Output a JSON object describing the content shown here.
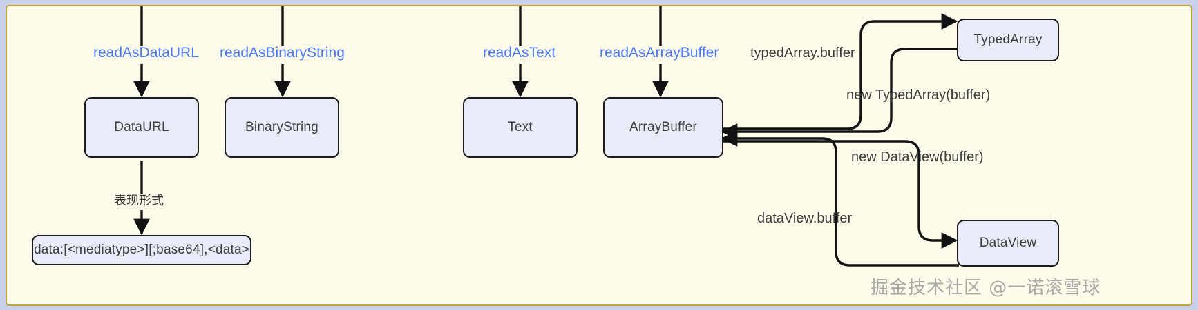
{
  "diagram": {
    "title": "FileReader result types and ArrayBuffer views",
    "canvas_background": "#fdfbe9",
    "frame_color": "#c2a33c",
    "outer_band_color": "#c8cfe9",
    "node_fill": "#e9ecf8",
    "node_stroke": "#1b1b1b",
    "method_label_color": "#4a77f2",
    "edge_color": "#121212"
  },
  "methods": [
    {
      "id": "read-as-data-url",
      "label": "readAsDataURL"
    },
    {
      "id": "read-as-binary-string",
      "label": "readAsBinaryString"
    },
    {
      "id": "read-as-text",
      "label": "readAsText"
    },
    {
      "id": "read-as-array-buffer",
      "label": "readAsArrayBuffer"
    }
  ],
  "nodes": [
    {
      "id": "data-url",
      "label": "DataURL"
    },
    {
      "id": "binary-string",
      "label": "BinaryString"
    },
    {
      "id": "text",
      "label": "Text"
    },
    {
      "id": "array-buffer",
      "label": "ArrayBuffer"
    },
    {
      "id": "typed-array",
      "label": "TypedArray"
    },
    {
      "id": "data-view",
      "label": "DataView"
    },
    {
      "id": "data-url-format",
      "label": "data:[<mediatype>][;base64],<data>"
    }
  ],
  "edge_labels": [
    {
      "id": "representation",
      "label": "表现形式"
    },
    {
      "id": "typed-array-buffer",
      "label": "typedArray.buffer"
    },
    {
      "id": "new-typed-array",
      "label": "new TypedArray(buffer)"
    },
    {
      "id": "new-data-view",
      "label": "new DataView(buffer)"
    },
    {
      "id": "data-view-buffer",
      "label": "dataView.buffer"
    }
  ],
  "watermark": {
    "text": "掘金技术社区 @一诺滚雪球"
  }
}
